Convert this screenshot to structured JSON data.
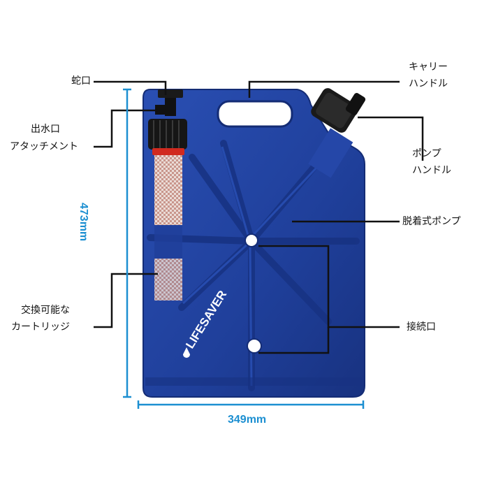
{
  "labels": {
    "faucet": "蛇口",
    "outlet": [
      "出水口",
      "アタッチメント"
    ],
    "carry_handle": [
      "キャリー",
      "ハンドル"
    ],
    "pump_handle": [
      "ポンプ",
      "ハンドル"
    ],
    "pump": "脱着式ポンプ",
    "cartridge": [
      "交換可能な",
      "カートリッジ"
    ],
    "connector": "接続口"
  },
  "dimensions": {
    "height": "473mm",
    "width": "349mm"
  },
  "brand": "LIFESAVER",
  "colors": {
    "container": "#1f3f9a",
    "container_dark": "#142c75",
    "dimension": "#1c8fd1",
    "filter_red": "#d12a1f"
  }
}
